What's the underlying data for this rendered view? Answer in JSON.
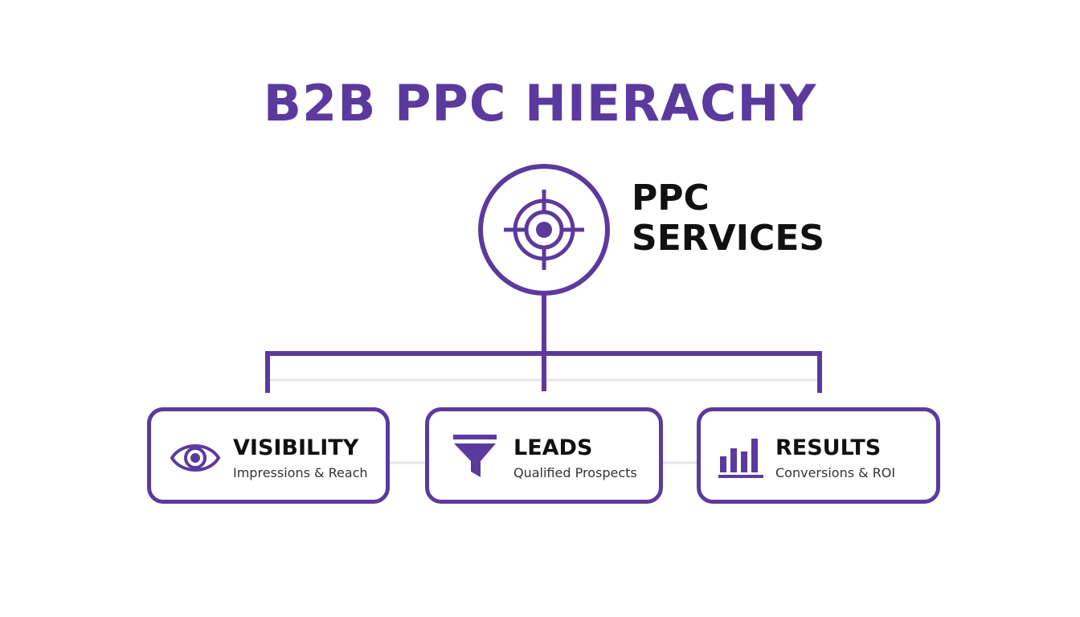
{
  "title": "B2B PPC HIERACHY",
  "root": {
    "label_line1": "PPC",
    "label_line2": "SERVICES",
    "icon": "target-icon"
  },
  "children": [
    {
      "title": "VISIBILITY",
      "subtitle": "Impressions & Reach",
      "icon": "eye-icon"
    },
    {
      "title": "LEADS",
      "subtitle": "Qualified Prospects",
      "icon": "funnel-icon"
    },
    {
      "title": "RESULTS",
      "subtitle": "Conversions & ROI",
      "icon": "bar-chart-icon"
    }
  ],
  "colors": {
    "accent": "#5b3a9e",
    "text": "#111111",
    "subtext": "#333333",
    "faint_line": "#e6e6ea"
  }
}
